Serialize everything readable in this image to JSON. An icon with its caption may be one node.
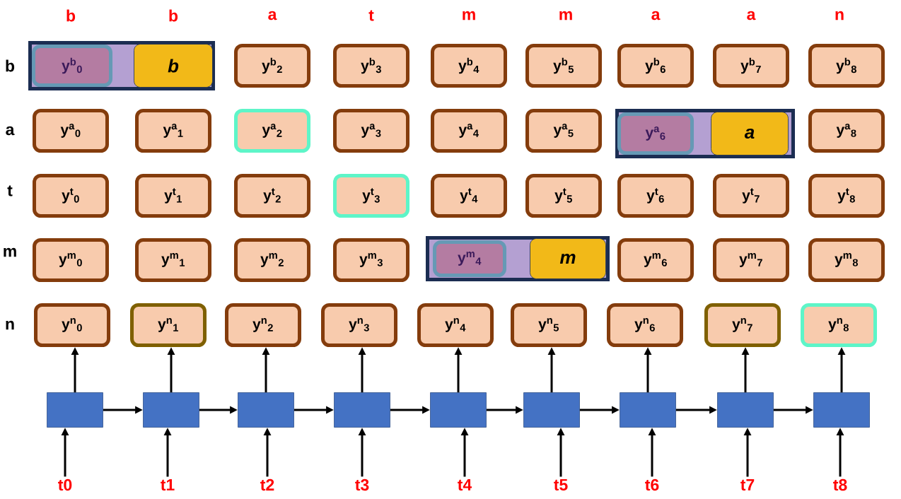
{
  "diagram": {
    "nodes": [
      {
        "text": [],
        "shape": "box"
      },
      {
        "text": [
          "y$^{b}$$_{0}$"
        ],
        "in": 0
      },
      {
        "text": [
          "b"
        ],
        "in": 0
      },
      {
        "text": [
          "y$^{b}$$_{2}$"
        ]
      },
      {
        "text": [
          "y$^{b}$$_{3}$"
        ]
      },
      {
        "text": [
          "y$^{b}$$_{4}$"
        ]
      },
      {
        "text": [
          "y$^{b}$$_{5}$"
        ]
      },
      {
        "text": [
          "y$^{b}$$_{6}$"
        ]
      },
      {
        "text": [
          "y$^{b}$$_{7}$"
        ]
      },
      {
        "text": [
          "y$^{b}$$_{8}$"
        ]
      },
      {
        "text": [
          "y$^{a}$$_{0}$"
        ]
      },
      {
        "text": [
          "y$^{a}$$_{1}$"
        ]
      },
      {
        "text": [
          "y$^{a}$$_{2}$"
        ]
      },
      {
        "text": [
          "y$^{a}$$_{3}$"
        ]
      },
      {
        "text": [
          "y$^{a}$$_{4}$"
        ]
      },
      {
        "text": [
          "y$^{a}$$_{5}$"
        ]
      },
      {
        "text": [],
        "shape": "box"
      },
      {
        "text": [
          "y$^{a}$$_{6}$"
        ],
        "in": 16
      },
      {
        "text": [
          "a"
        ],
        "in": 16
      },
      {
        "text": [
          "y$^{a}$$_{8}$"
        ]
      },
      {
        "text": [
          "y$^{t}$$_{0}$"
        ]
      },
      {
        "text": [
          "y$^{t}$$_{1}$"
        ]
      },
      {
        "text": [
          "y$^{t}$$_{2}$"
        ]
      },
      {
        "text": [
          "y$^{t}$$_{3}$"
        ]
      },
      {
        "text": [
          "y$^{t}$$_{4}$"
        ]
      },
      {
        "text": [
          "y$^{t}$$_{5}$"
        ]
      },
      {
        "text": [
          "y$^{t}$$_{6}$"
        ]
      },
      {
        "text": [
          "y$^{t}$$_{7}$"
        ]
      },
      {
        "text": [
          "y$^{t}$$_{8}$"
        ]
      },
      {
        "text": [
          "y$^{m}$$_{0}$"
        ]
      },
      {
        "text": [
          "y$^{m}$$_{1}$"
        ]
      },
      {
        "text": [
          "y$^{m}$$_{2}$"
        ]
      },
      {
        "text": [
          "y$^{m}$$_{3}$"
        ]
      },
      {
        "text": [],
        "shape": "box"
      },
      {
        "text": [
          "y$^{m}$$_{4}$"
        ],
        "in": 33
      },
      {
        "text": [
          "m"
        ],
        "in": 33
      },
      {
        "text": [
          "y$^{m}$$_{6}$"
        ]
      },
      {
        "text": [
          "y$^{m}$$_{7}$"
        ]
      },
      {
        "text": [
          "y$^{m}$$_{8}$"
        ]
      },
      {
        "text": [
          "y$^{n}$$_{0}$"
        ]
      },
      {
        "text": [
          "y$^{n}$$_{1}$"
        ]
      },
      {
        "text": [
          "y$^{n}$$_{2}$"
        ]
      },
      {
        "text": [
          "y$^{n}$$_{3}$"
        ]
      },
      {
        "text": [
          "y$^{n}$$_{4}$"
        ]
      },
      {
        "text": [
          "y$^{n}$$_{5}$"
        ]
      },
      {
        "text": [
          "y$^{n}$$_{6}$"
        ]
      },
      {
        "text": [
          "y$^{n}$$_{7}$"
        ]
      },
      {
        "text": [
          "y$^{n}$$_{8}$"
        ]
      },
      {
        "text": [],
        "shape": "box"
      },
      {
        "text": [],
        "shape": "box"
      },
      {
        "text": [],
        "shape": "box"
      },
      {
        "text": [],
        "shape": "box"
      },
      {
        "text": [],
        "shape": "box"
      },
      {
        "text": [],
        "shape": "box"
      },
      {
        "text": [],
        "shape": "box"
      },
      {
        "text": [],
        "shape": "box"
      },
      {
        "text": [],
        "shape": "box"
      },
      {
        "text": [
          "t0"
        ]
      },
      {
        "text": [
          "t1"
        ]
      },
      {
        "text": [
          "t2"
        ]
      },
      {
        "text": [
          "t3"
        ]
      },
      {
        "text": [
          "t4"
        ]
      },
      {
        "text": [
          "t5"
        ]
      },
      {
        "text": [
          "t6"
        ]
      },
      {
        "text": [
          "t7"
        ]
      },
      {
        "text": [
          "t8"
        ]
      }
    ],
    "edges": [
      {
        "from": 57,
        "to": 48,
        "arrow": "to"
      },
      {
        "from": 58,
        "to": 49,
        "arrow": "to"
      },
      {
        "from": 59,
        "to": 50,
        "arrow": "to"
      },
      {
        "from": 60,
        "to": 51,
        "arrow": "to"
      },
      {
        "from": 61,
        "to": 52,
        "arrow": "to"
      },
      {
        "from": 62,
        "to": 53,
        "arrow": "to"
      },
      {
        "from": 63,
        "to": 54,
        "arrow": "to"
      },
      {
        "from": 64,
        "to": 55,
        "arrow": "to"
      },
      {
        "from": 65,
        "to": 56,
        "arrow": "to"
      },
      {
        "from": 48,
        "to": 39,
        "arrow": "to"
      },
      {
        "from": 49,
        "to": 40,
        "arrow": "to"
      },
      {
        "from": 50,
        "to": 41,
        "arrow": "to"
      },
      {
        "from": 51,
        "to": 42,
        "arrow": "to"
      },
      {
        "from": 52,
        "to": 43,
        "arrow": "to"
      },
      {
        "from": 53,
        "to": 44,
        "arrow": "to"
      },
      {
        "from": 54,
        "to": 45,
        "arrow": "to"
      },
      {
        "from": 55,
        "to": 46,
        "arrow": "to"
      },
      {
        "from": 56,
        "to": 47,
        "arrow": "to"
      },
      {
        "from": 48,
        "to": 49,
        "arrow": "to"
      },
      {
        "from": 49,
        "to": 50,
        "arrow": "to"
      },
      {
        "from": 50,
        "to": 51,
        "arrow": "to"
      },
      {
        "from": 51,
        "to": 52,
        "arrow": "to"
      },
      {
        "from": 52,
        "to": 53,
        "arrow": "to"
      },
      {
        "from": 53,
        "to": 54,
        "arrow": "to"
      },
      {
        "from": 54,
        "to": 55,
        "arrow": "to"
      },
      {
        "from": 55,
        "to": 56,
        "arrow": "to"
      }
    ],
    "labels": [
      "b",
      "b",
      "a",
      "t",
      "m",
      "m",
      "a",
      "a",
      "n",
      "b",
      "a",
      "t",
      "m",
      "n"
    ]
  }
}
